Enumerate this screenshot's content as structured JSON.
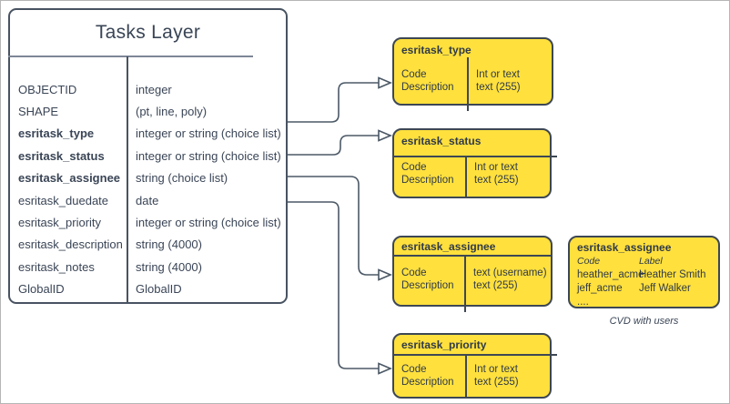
{
  "diagram": {
    "colors": {
      "node_fill": "#ffe03d",
      "node_stroke": "#3d4754",
      "connector": "#4b5866",
      "text": "#3a4556"
    },
    "main_table": {
      "title": "Tasks Layer",
      "rows": [
        {
          "field": "OBJECTID",
          "type": "integer"
        },
        {
          "field": "SHAPE",
          "type": "(pt, line, poly)"
        },
        {
          "field": "esritask_type",
          "type": "integer or string (choice list)"
        },
        {
          "field": "esritask_status",
          "type": "integer or string (choice list)"
        },
        {
          "field": "esritask_assignee",
          "type": "string (choice list)"
        },
        {
          "field": "esritask_duedate",
          "type": "date"
        },
        {
          "field": "esritask_priority",
          "type": "integer or string (choice list)"
        },
        {
          "field": "esritask_description",
          "type": "string (4000)"
        },
        {
          "field": "esritask_notes",
          "type": "string (4000)"
        },
        {
          "field": "GlobalID",
          "type": "GlobalID"
        }
      ]
    },
    "domain_boxes": {
      "type": {
        "title": "esritask_type",
        "left": [
          "Code",
          "Description"
        ],
        "right": [
          "Int or text",
          "text (255)"
        ]
      },
      "status": {
        "title": "esritask_status",
        "left": [
          "Code",
          "Description"
        ],
        "right": [
          "Int or text",
          "text (255)"
        ]
      },
      "assignee": {
        "title": "esritask_assignee",
        "left": [
          "Code",
          "Description"
        ],
        "right": [
          "text (username)",
          "text (255)"
        ]
      },
      "priority": {
        "title": "esritask_priority",
        "left": [
          "Code",
          "Description"
        ],
        "right": [
          "Int or text",
          "text (255)"
        ]
      }
    },
    "cvd_box": {
      "title": "esritask_assignee",
      "col_headers": {
        "code": "Code",
        "label": "Label"
      },
      "rows": [
        {
          "code": "heather_acme",
          "label": "Heather Smith"
        },
        {
          "code": "jeff_acme",
          "label": "Jeff Walker"
        }
      ],
      "ellipsis": "....",
      "caption": "CVD with users"
    }
  }
}
